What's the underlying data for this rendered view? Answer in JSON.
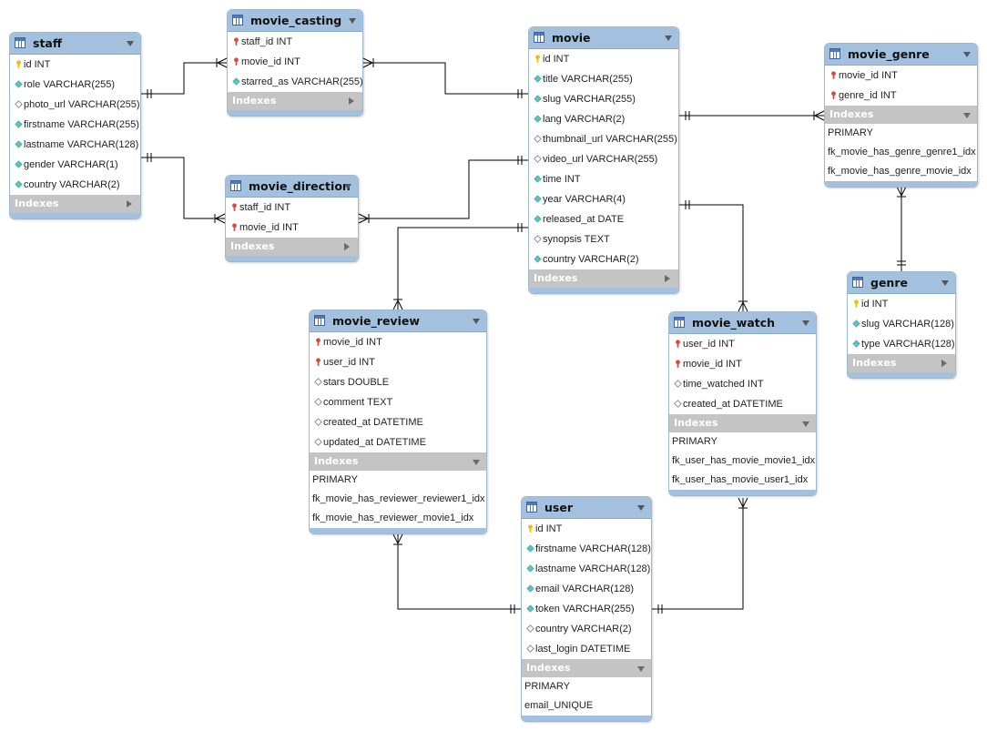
{
  "tables": [
    {
      "key": "staff",
      "name": "staff",
      "columns": [
        {
          "icon": "key",
          "label": "id INT"
        },
        {
          "icon": "diamond-filled",
          "label": "role VARCHAR(255)"
        },
        {
          "icon": "diamond-empty",
          "label": "photo_url VARCHAR(255)"
        },
        {
          "icon": "diamond-filled",
          "label": "firstname VARCHAR(255)"
        },
        {
          "icon": "diamond-filled",
          "label": "lastname VARCHAR(128)"
        },
        {
          "icon": "diamond-filled",
          "label": "gender VARCHAR(1)"
        },
        {
          "icon": "diamond-filled",
          "label": "country VARCHAR(2)"
        }
      ],
      "indexes_label": "Indexes",
      "indexes_expanded": false,
      "indexes": []
    },
    {
      "key": "movie_casting",
      "name": "movie_casting",
      "columns": [
        {
          "icon": "fk",
          "label": "staff_id INT"
        },
        {
          "icon": "fk",
          "label": "movie_id INT"
        },
        {
          "icon": "diamond-filled",
          "label": "starred_as VARCHAR(255)"
        }
      ],
      "indexes_label": "Indexes",
      "indexes_expanded": false,
      "indexes": []
    },
    {
      "key": "movie_direction",
      "name": "movie_direction",
      "columns": [
        {
          "icon": "fk",
          "label": "staff_id INT"
        },
        {
          "icon": "fk",
          "label": "movie_id INT"
        }
      ],
      "indexes_label": "Indexes",
      "indexes_expanded": false,
      "indexes": []
    },
    {
      "key": "movie",
      "name": "movie",
      "columns": [
        {
          "icon": "key",
          "label": "id INT"
        },
        {
          "icon": "diamond-filled",
          "label": "title VARCHAR(255)"
        },
        {
          "icon": "diamond-filled",
          "label": "slug VARCHAR(255)"
        },
        {
          "icon": "diamond-filled",
          "label": "lang VARCHAR(2)"
        },
        {
          "icon": "diamond-empty",
          "label": "thumbnail_url VARCHAR(255)"
        },
        {
          "icon": "diamond-empty",
          "label": "video_url VARCHAR(255)"
        },
        {
          "icon": "diamond-filled",
          "label": "time INT"
        },
        {
          "icon": "diamond-filled",
          "label": "year VARCHAR(4)"
        },
        {
          "icon": "diamond-filled",
          "label": "released_at DATE"
        },
        {
          "icon": "diamond-empty",
          "label": "synopsis TEXT"
        },
        {
          "icon": "diamond-filled",
          "label": "country VARCHAR(2)"
        }
      ],
      "indexes_label": "Indexes",
      "indexes_expanded": false,
      "indexes": []
    },
    {
      "key": "movie_genre",
      "name": "movie_genre",
      "columns": [
        {
          "icon": "fk",
          "label": "movie_id INT"
        },
        {
          "icon": "fk",
          "label": "genre_id INT"
        }
      ],
      "indexes_label": "Indexes",
      "indexes_expanded": true,
      "indexes": [
        "PRIMARY",
        "fk_movie_has_genre_genre1_idx",
        "fk_movie_has_genre_movie_idx"
      ]
    },
    {
      "key": "genre",
      "name": "genre",
      "columns": [
        {
          "icon": "key",
          "label": "id INT"
        },
        {
          "icon": "diamond-filled",
          "label": "slug VARCHAR(128)"
        },
        {
          "icon": "diamond-filled",
          "label": "type VARCHAR(128)"
        }
      ],
      "indexes_label": "Indexes",
      "indexes_expanded": false,
      "indexes": []
    },
    {
      "key": "movie_review",
      "name": "movie_review",
      "columns": [
        {
          "icon": "fk",
          "label": "movie_id INT"
        },
        {
          "icon": "fk",
          "label": "user_id INT"
        },
        {
          "icon": "diamond-empty",
          "label": "stars DOUBLE"
        },
        {
          "icon": "diamond-empty",
          "label": "comment TEXT"
        },
        {
          "icon": "diamond-empty",
          "label": "created_at DATETIME"
        },
        {
          "icon": "diamond-empty",
          "label": "updated_at DATETIME"
        }
      ],
      "indexes_label": "Indexes",
      "indexes_expanded": true,
      "indexes": [
        "PRIMARY",
        "fk_movie_has_reviewer_reviewer1_idx",
        "fk_movie_has_reviewer_movie1_idx"
      ]
    },
    {
      "key": "movie_watch",
      "name": "movie_watch",
      "columns": [
        {
          "icon": "fk",
          "label": "user_id INT"
        },
        {
          "icon": "fk",
          "label": "movie_id INT"
        },
        {
          "icon": "diamond-empty",
          "label": "time_watched INT"
        },
        {
          "icon": "diamond-empty",
          "label": "created_at DATETIME"
        }
      ],
      "indexes_label": "Indexes",
      "indexes_expanded": true,
      "indexes": [
        "PRIMARY",
        "fk_user_has_movie_movie1_idx",
        "fk_user_has_movie_user1_idx"
      ]
    },
    {
      "key": "user",
      "name": "user",
      "columns": [
        {
          "icon": "key",
          "label": "id INT"
        },
        {
          "icon": "diamond-filled",
          "label": "firstname VARCHAR(128)"
        },
        {
          "icon": "diamond-filled",
          "label": "lastname VARCHAR(128)"
        },
        {
          "icon": "diamond-filled",
          "label": "email VARCHAR(128)"
        },
        {
          "icon": "diamond-filled",
          "label": "token VARCHAR(255)"
        },
        {
          "icon": "diamond-empty",
          "label": "country VARCHAR(2)"
        },
        {
          "icon": "diamond-empty",
          "label": "last_login DATETIME"
        }
      ],
      "indexes_label": "Indexes",
      "indexes_expanded": true,
      "indexes": [
        "PRIMARY",
        "email_UNIQUE"
      ]
    }
  ],
  "relationships": [
    {
      "from": "staff",
      "to": "movie_casting",
      "from_end": "one",
      "to_end": "many"
    },
    {
      "from": "movie",
      "to": "movie_casting",
      "from_end": "one",
      "to_end": "many"
    },
    {
      "from": "staff",
      "to": "movie_direction",
      "from_end": "one",
      "to_end": "many"
    },
    {
      "from": "movie",
      "to": "movie_direction",
      "from_end": "one",
      "to_end": "many"
    },
    {
      "from": "movie",
      "to": "movie_genre",
      "from_end": "one",
      "to_end": "many"
    },
    {
      "from": "genre",
      "to": "movie_genre",
      "from_end": "one",
      "to_end": "many"
    },
    {
      "from": "movie",
      "to": "movie_review",
      "from_end": "one",
      "to_end": "many"
    },
    {
      "from": "movie",
      "to": "movie_watch",
      "from_end": "one",
      "to_end": "many"
    },
    {
      "from": "user",
      "to": "movie_review",
      "from_end": "one",
      "to_end": "many"
    },
    {
      "from": "user",
      "to": "movie_watch",
      "from_end": "one",
      "to_end": "many"
    }
  ],
  "colors": {
    "header": "#a3c1de",
    "indexes_bar": "#c4c4c4",
    "key_icon": "#e8c20a",
    "fk_icon": "#d84b3c",
    "attr_icon": "#5bc3c1",
    "connector": "#000000"
  }
}
